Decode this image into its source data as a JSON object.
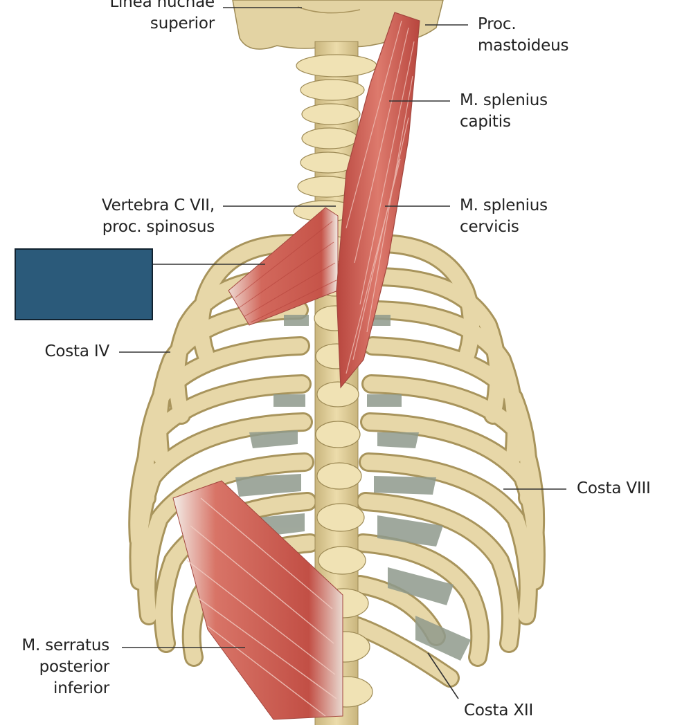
{
  "labels": {
    "linea_nuchae": [
      "Linea nuchae",
      "superior"
    ],
    "proc_mastoideus": [
      "Proc.",
      "mastoideus"
    ],
    "splenius_capitis": [
      "M. splenius",
      "capitis"
    ],
    "vertebra_c7": [
      "Vertebra C VII,",
      "proc. spinosus"
    ],
    "splenius_cervicis": [
      "M. splenius",
      "cervicis"
    ],
    "costa_iv": "Costa IV",
    "costa_viii": "Costa VIII",
    "serratus_posterior_inferior": [
      "M. serratus",
      "posterior",
      "inferior"
    ],
    "costa_xii": "Costa XII"
  },
  "mask_box": {
    "fill": "#2b5a7a",
    "note": ""
  },
  "colors": {
    "bone": "#e3d2a0",
    "bone_outline": "#9d8a55",
    "muscle": "#c8574d",
    "muscle_light": "#e7a49a",
    "tendon": "#f1ece3",
    "cartilage": "#8f9a8c",
    "leader_line": "#333333"
  }
}
